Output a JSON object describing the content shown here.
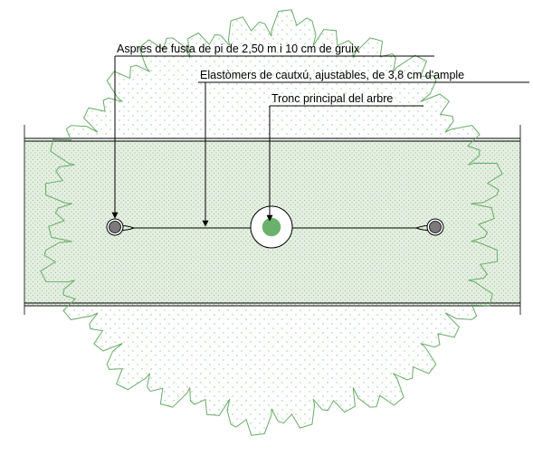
{
  "labels": {
    "stakes": "Aspres de fusta de pi de 2,50 m i 10 cm de gruix",
    "elastomers": "Elastòmers de cautxú, ajustables, de 3,8 cm d'ample",
    "trunk": "Tronc principal del arbre"
  },
  "colors": {
    "canopy_outline": "#6aaa6a",
    "canopy_dots": "#9cc39c",
    "band_fill": "#e4efe1",
    "trunk_fill": "#6bb06b",
    "stake_fill": "#7a7a7a",
    "line": "#000000"
  },
  "icons": {
    "canopy": "tree-canopy-outline",
    "trunk": "tree-trunk-circle",
    "stake": "wooden-stake-circle"
  }
}
